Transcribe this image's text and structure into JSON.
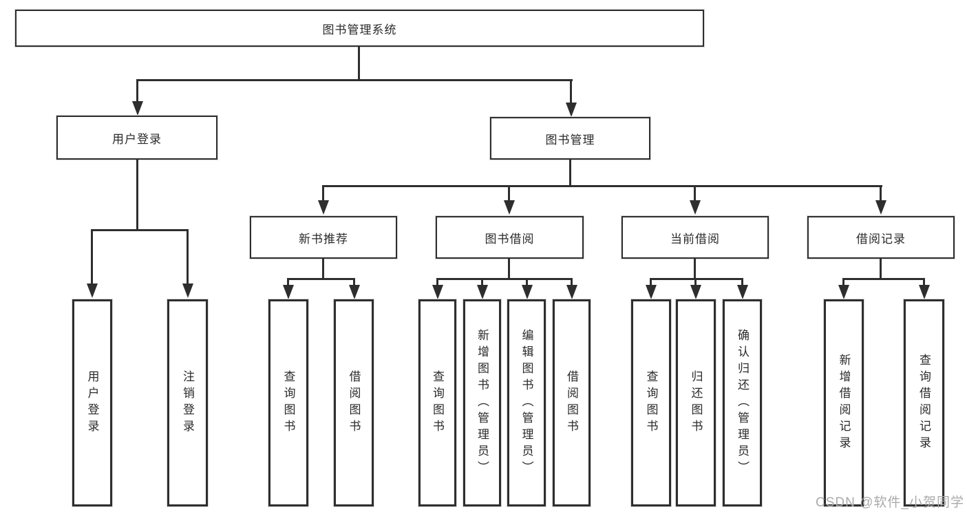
{
  "diagram_type": "tree",
  "accent_colors": {
    "line": "#2e2e2e",
    "box_background": "#ffffff",
    "text": "#2a2a2a",
    "watermark": "#aaaaaa"
  },
  "tree": {
    "label": "图书管理系统",
    "children": [
      {
        "label": "用户登录",
        "children": [
          {
            "label": "用户登录"
          },
          {
            "label": "注销登录"
          }
        ]
      },
      {
        "label": "图书管理",
        "children": [
          {
            "label": "新书推荐",
            "children": [
              {
                "label": "查询图书"
              },
              {
                "label": "借阅图书"
              }
            ]
          },
          {
            "label": "图书借阅",
            "children": [
              {
                "label": "查询图书"
              },
              {
                "label": "新增图书（管理员）"
              },
              {
                "label": "编辑图书（管理员）"
              },
              {
                "label": "借阅图书"
              }
            ]
          },
          {
            "label": "当前借阅",
            "children": [
              {
                "label": "查询图书"
              },
              {
                "label": "归还图书"
              },
              {
                "label": "确认归还（管理员）"
              }
            ]
          },
          {
            "label": "借阅记录",
            "children": [
              {
                "label": "新增借阅记录"
              },
              {
                "label": "查询借阅记录"
              }
            ]
          }
        ]
      }
    ]
  },
  "watermark": {
    "text": "CSDN @软件_小贺同学"
  }
}
